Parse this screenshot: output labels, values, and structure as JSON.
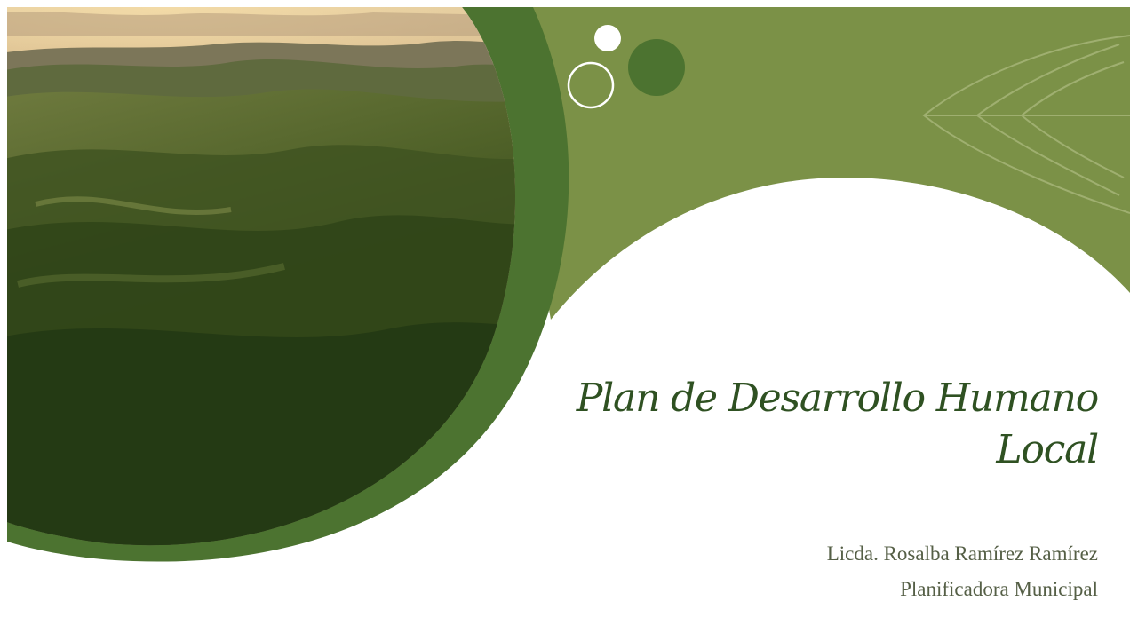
{
  "slide": {
    "title_line1": "Plan de Desarrollo Humano",
    "title_line2": "Local",
    "presenter_name": "Licda. Rosalba Ramírez Ramírez",
    "presenter_role": "Planificadora Municipal"
  },
  "colors": {
    "primary_green": "#7b9147",
    "dark_green": "#4c7330",
    "title_green": "#2f5122",
    "text_gray": "#555f46",
    "background": "#ffffff"
  },
  "decorations": {
    "icons": [
      "leaf-outline-icon",
      "circle-outline-icon",
      "circle-white-icon",
      "circle-dark-icon"
    ],
    "photo": "mountain-forest-landscape"
  }
}
